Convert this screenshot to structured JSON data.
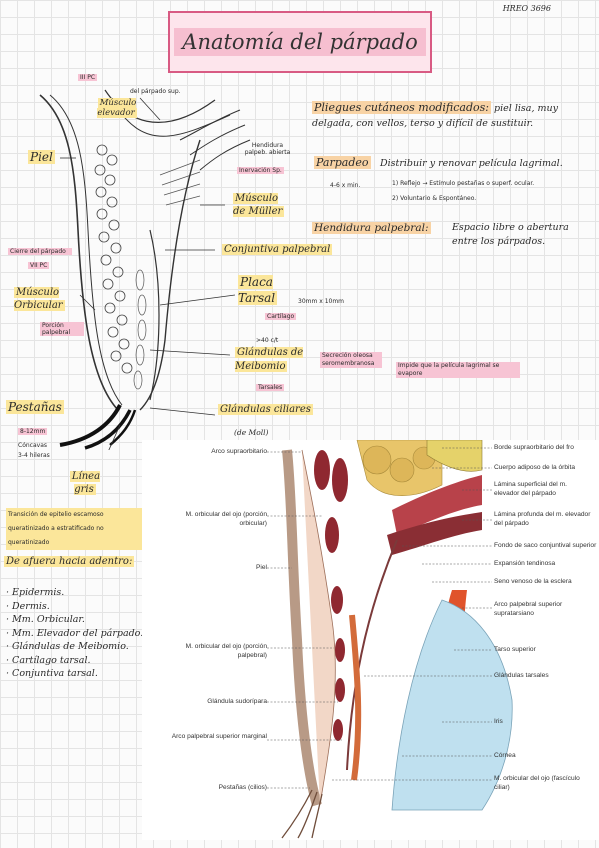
{
  "header": {
    "code": "HREO 3696"
  },
  "title": "Anatomía del párpado",
  "sketch": {
    "labels": {
      "iii_pc": "III PC",
      "palpebral_sup": "del párpado sup.",
      "musculo_elevador": "Músculo elevador",
      "piel": "Piel",
      "hendidura_abierta": "Hendidura palpeb. abierta",
      "inervacion_sp": "Inervación Sp.",
      "musculo_muller": "Músculo de Müller",
      "conjuntiva_palpebral": "Conjuntiva palpebral",
      "cierre_parpado": "Cierre del párpado",
      "vii_pc": "VII PC",
      "musculo_orbicular": "Músculo Orbicular",
      "porcion_palpebral": "Porción palpebral",
      "placa_tarsal": "Placa Tarsal",
      "dim_tarsal": "30mm x 10mm",
      "cartilago": "Cartílago",
      "glandulas_meibomio": "Glándulas de Meibomio",
      "count_40": ">40 c/t",
      "tarsales": "Tarsales",
      "secrecion": "Secreción oleosa seromembranosa",
      "impide": "Impide que la película lagrimal se evapore",
      "pestanas": "Pestañas",
      "pestanas_info": [
        "8-12mm",
        "Cóncavas",
        "3-4 hileras"
      ],
      "glandulas_ciliares": "Glándulas ciliares",
      "de_moll": "(de Moll)",
      "linea_gris": "Línea gris",
      "transicion": "Transición de epitelio escamoso queratinizado a estratificado no queratinizado"
    }
  },
  "notes": {
    "pliegues_term": "Pliegues cutáneos modificados:",
    "pliegues_desc": "piel lisa, muy delgada, con vellos, terso y difícil de sustituir.",
    "parpadeo_term": "Parpadeo",
    "parpadeo_desc": "Distribuir y renovar película lagrimal.",
    "parpadeo_freq": "4-6 x min.",
    "parpadeo_1": "1) Reflejo → Estímulo pestañas o superf. ocular.",
    "parpadeo_2": "2) Voluntario & Espontáneo.",
    "hendidura_term": "Hendidura palpebral:",
    "hendidura_desc": "Espacio libre o abertura entre los párpados."
  },
  "layers": {
    "heading": "De afuera hacia adentro:",
    "items": [
      "Epidermis.",
      "Dermis.",
      "Mm. Orbicular.",
      "Mm. Elevador del párpado.",
      "Glándulas de Meibomio.",
      "Cartílago tarsal.",
      "Conjuntiva tarsal."
    ]
  },
  "atlas": {
    "left_labels": [
      "Arco supraorbitario",
      "M. orbicular del ojo (porción orbicular)",
      "Piel",
      "M. orbicular del ojo (porción palpebral)",
      "Glándula sudorípara",
      "Arco palpebral superior marginal",
      "Pestañas (cilios)"
    ],
    "right_labels": [
      "Borde supraorbitario del fro",
      "Cuerpo adiposo de la órbita",
      "Lámina superficial del m. elevador del párpado",
      "Lámina profunda del m. elevador del párpado",
      "Fondo de saco conjuntival superior",
      "Expansión tendinosa",
      "Seno venoso de la esclera",
      "Arco palpebral superior supratarsiano",
      "Tarso superior",
      "Glándulas tarsales",
      "Iris",
      "Córnea",
      "M. orbicular del ojo (fascículo ciliar)"
    ]
  }
}
